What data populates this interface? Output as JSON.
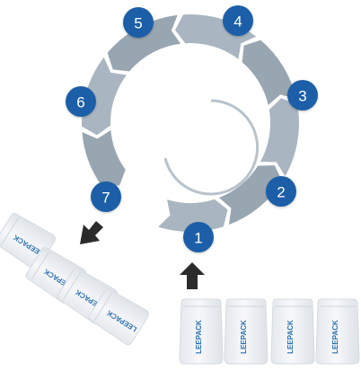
{
  "colors": {
    "ring": "#a9b6c1",
    "ring_dark": "#98a6b2",
    "badge": "#1d5fa8",
    "arrow": "#2b2b2b",
    "pouch": "#eef1f4",
    "pouch_edge": "#d5dbe1",
    "brand": "#2a6fb0"
  },
  "steps": [
    {
      "number": "1",
      "label": "1"
    },
    {
      "number": "2",
      "label": "2"
    },
    {
      "number": "3",
      "label": "3"
    },
    {
      "number": "4",
      "label": "4"
    },
    {
      "number": "5",
      "label": "5"
    },
    {
      "number": "6",
      "label": "6"
    },
    {
      "number": "7",
      "label": "7"
    }
  ],
  "pouches": {
    "brand_text": "LEEPACK",
    "input_count": 4,
    "output_count": 4
  },
  "icons": {
    "input_arrow": "up-arrow-icon",
    "output_arrow": "down-left-arrow-icon"
  }
}
